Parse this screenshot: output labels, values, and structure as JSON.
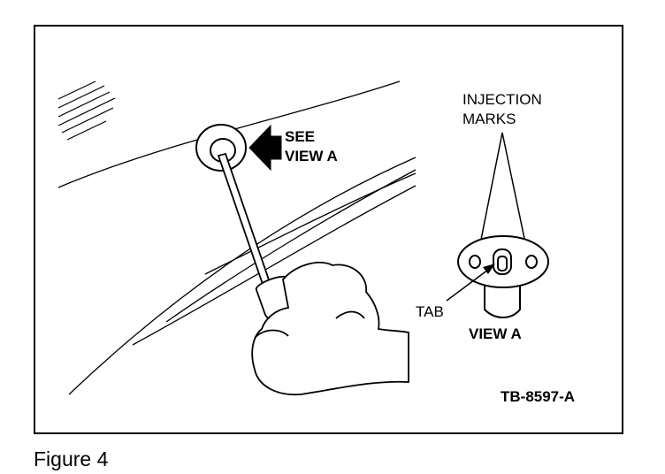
{
  "figure": {
    "caption": "Figure 4",
    "code": "TB-8597-A"
  },
  "labels": {
    "see_view_a_line1": "SEE",
    "see_view_a_line2": "VIEW A",
    "injection_marks_line1": "INJECTION",
    "injection_marks_line2": "MARKS",
    "tab": "TAB",
    "view_a": "VIEW A"
  }
}
